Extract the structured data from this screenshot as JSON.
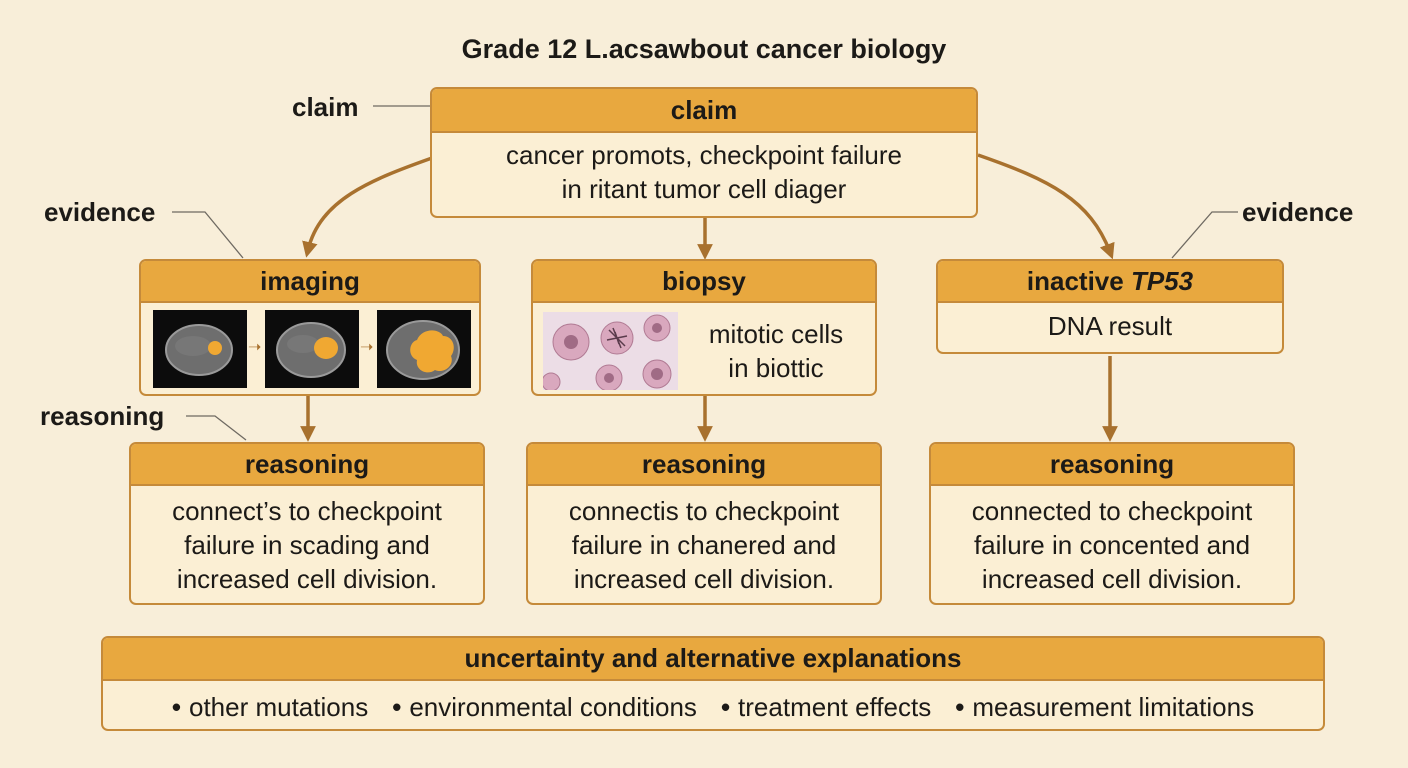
{
  "title": "Grade 12 L.acsawbout cancer biology",
  "side_labels": {
    "claim": "claim",
    "evidence_left": "evidence",
    "evidence_right": "evidence",
    "reasoning": "reasoning"
  },
  "claim": {
    "header": "claim",
    "line1": "cancer promots, checkpoint failure",
    "line2": "in ritant tumor cell diager"
  },
  "evidence": {
    "imaging": {
      "header": "imaging"
    },
    "biopsy": {
      "header": "biopsy",
      "line1": "mitotic cells",
      "line2": "in biottic"
    },
    "tp53": {
      "header_prefix": "inactive ",
      "header_gene": "TP53",
      "body": "DNA result"
    }
  },
  "reasoning": [
    {
      "header": "reasoning",
      "line1": "connect’s to checkpoint",
      "line2": "failure in scading and",
      "line3": "increased cell division."
    },
    {
      "header": "reasoning",
      "line1": "connectis to checkpoint",
      "line2": "failure in chanered and",
      "line3": "increased cell division."
    },
    {
      "header": "reasoning",
      "line1": "connected to checkpoint",
      "line2": "failure in concented and",
      "line3": "increased cell division."
    }
  ],
  "uncertainty": {
    "header": "uncertainty and alternative explanations",
    "items": [
      "other mutations",
      "environmental conditions",
      "treatment effects",
      "measurement limitations"
    ]
  },
  "colors": {
    "background": "#f8eed9",
    "header_fill": "#e8a83f",
    "box_fill": "#fbefd4",
    "border": "#c58a3a",
    "arrow": "#a8712e",
    "tumor": "#f0a832"
  }
}
